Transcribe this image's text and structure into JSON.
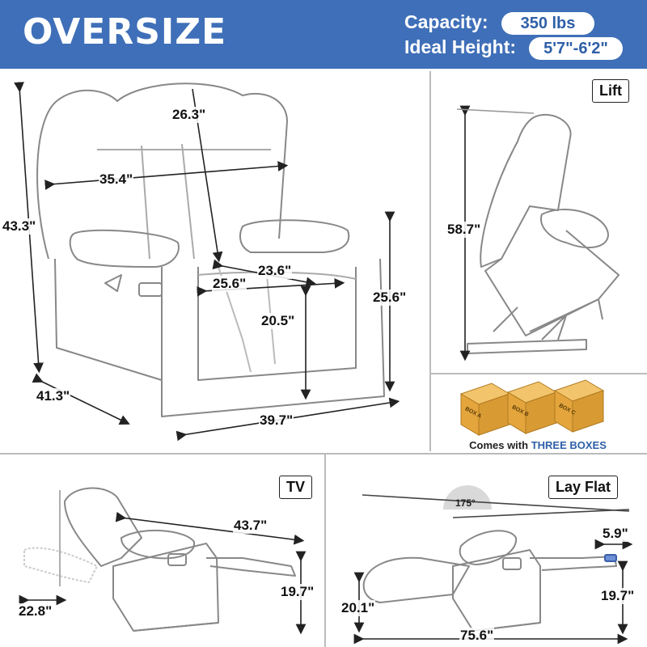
{
  "header": {
    "title": "OVERSIZE",
    "capacity_label": "Capacity:",
    "capacity_value": "350 lbs",
    "height_label": "Ideal Height:",
    "height_value": "5'7\"-6'2\""
  },
  "main_view": {
    "height": "43.3\"",
    "back_height": "26.3\"",
    "back_width": "35.4\"",
    "seat_depth": "23.6\"",
    "seat_width": "25.6\"",
    "seat_height": "20.5\"",
    "arm_height": "25.6\"",
    "depth": "41.3\"",
    "width": "39.7\""
  },
  "lift_view": {
    "label": "Lift",
    "height": "58.7\""
  },
  "boxes": {
    "box_a": "BOX A",
    "box_b": "BOX B",
    "box_c": "BOX C",
    "caption_prefix": "Comes with",
    "caption_accent": "THREE BOXES"
  },
  "tv_view": {
    "label": "TV",
    "length": "43.7\"",
    "footrest_height": "19.7\"",
    "back_clearance": "22.8\""
  },
  "layflat_view": {
    "label": "Lay Flat",
    "angle": "175°",
    "cupholder_width": "5.9\"",
    "back_height": "20.1\"",
    "footrest_height": "19.7\"",
    "length": "75.6\""
  },
  "colors": {
    "header_bg": "#3f6fb8",
    "accent": "#2e5fa8",
    "box": "#e3a53c",
    "line": "#222222"
  }
}
